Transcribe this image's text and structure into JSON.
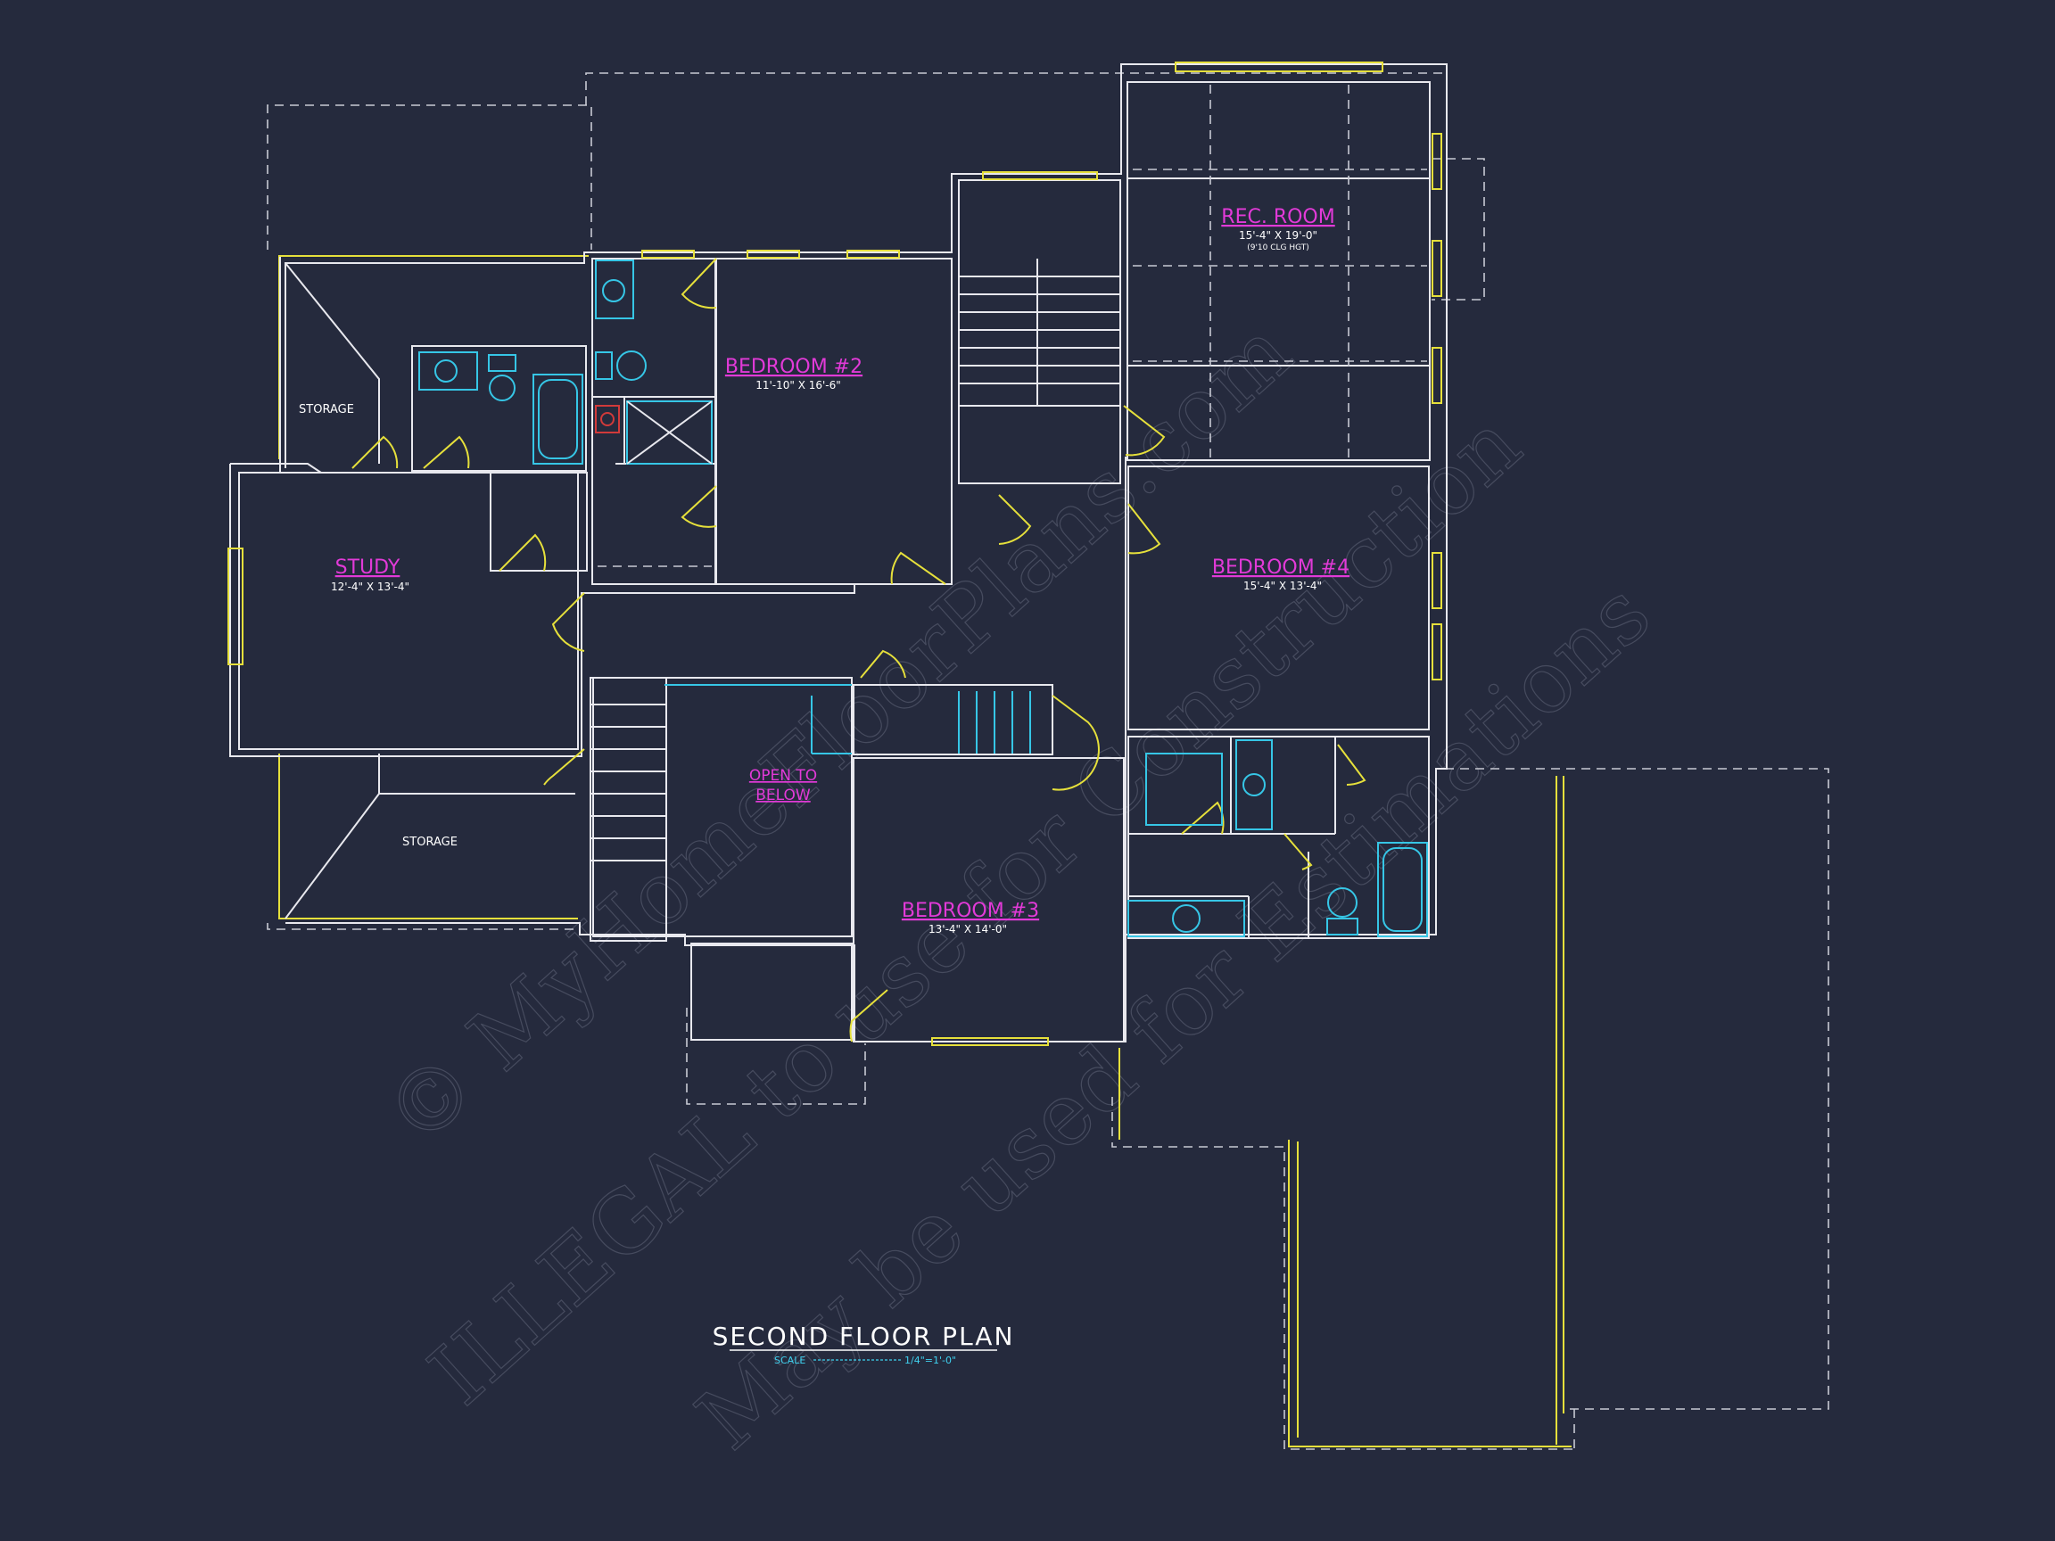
{
  "plan": {
    "title": "SECOND FLOOR PLAN",
    "scale_label": "SCALE",
    "scale_value": "1/4\"=1'-0\""
  },
  "rooms": {
    "rec_room": {
      "name": "REC. ROOM",
      "dims": "15'-4\" X 19'-0\"",
      "note": "(9'10 CLG HGT)"
    },
    "bedroom2": {
      "name": "BEDROOM #2",
      "dims": "11'-10\" X 16'-6\""
    },
    "bedroom3": {
      "name": "BEDROOM #3",
      "dims": "13'-4\" X 14'-0\""
    },
    "bedroom4": {
      "name": "BEDROOM #4",
      "dims": "15'-4\" X 13'-4\""
    },
    "study": {
      "name": "STUDY",
      "dims": "12'-4\" X 13'-4\""
    },
    "open_to_below": {
      "line1": "OPEN TO",
      "line2": "BELOW"
    },
    "storage_top": "STORAGE",
    "storage_bottom": "STORAGE"
  },
  "watermark": {
    "line1": "© MyHomeFloorPlans.com",
    "line2": "ILLEGAL to use for Construction",
    "line3": "May be used for Estimations"
  },
  "colors": {
    "background": "#252a3d",
    "walls": "#e8e8ee",
    "windows": "#e6e03b",
    "fixtures": "#36c6e6",
    "room_labels": "#e23ad8"
  }
}
